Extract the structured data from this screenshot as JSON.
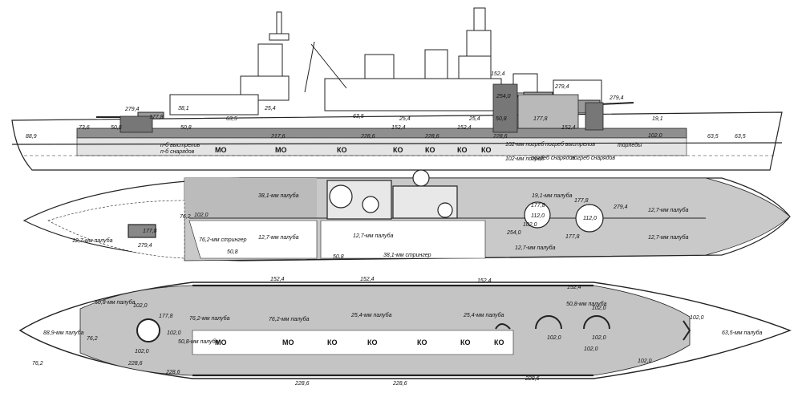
{
  "colors": {
    "hull_fill": "#d8d8d8",
    "armor_gray": "#9a9a9a",
    "dark_armor": "#555555",
    "line": "#222222",
    "paper": "#ffffff"
  },
  "side_view": {
    "name": "side-profile",
    "labels": [
      "279,4",
      "177,8",
      "38,1",
      "25,4",
      "50,8",
      "50,8",
      "63,5",
      "63,5",
      "73,6",
      "88,9",
      "217,6",
      "228,6",
      "228,6",
      "152,4",
      "25,4",
      "152,4",
      "25,4",
      "50,8",
      "228,6",
      "254,0",
      "177,8",
      "152,4",
      "279,4",
      "279,4",
      "19,1",
      "152,4",
      "102,0",
      "63,5",
      "63,5"
    ],
    "compartments": [
      "МО",
      "МО",
      "КО",
      "КО",
      "КО",
      "КО",
      "КО"
    ],
    "notes": [
      "п-б выстрелов",
      "п-б снарядов",
      "102-мм погреб",
      "102-мм погреб",
      "погреб выстрелов",
      "погреб снарядов",
      "погреб снарядов",
      "торпеды"
    ]
  },
  "middle_view": {
    "name": "upper-deck-plan",
    "labels": [
      "38,1-мм палуба",
      "19,1-мм палуба",
      "12,7-мм палуба",
      "12,7-мм палуба",
      "12,7-мм палуба",
      "12,7-мм палуба",
      "12,7-мм палуба",
      "12,7-мм палуба",
      "38,1-мм стрингер",
      "76,2-мм стрингер",
      "76,2",
      "102,0",
      "177,8",
      "279,4",
      "112,0",
      "112,0",
      "102,0",
      "254,0",
      "177,8",
      "177,8",
      "177,8",
      "279,4",
      "50,8",
      "50,8"
    ]
  },
  "bottom_view": {
    "name": "armored-deck-plan",
    "compartments": [
      "МО",
      "МО",
      "КО",
      "КО",
      "КО",
      "КО",
      "КО"
    ],
    "labels": [
      "152,4",
      "152,4",
      "152,4",
      "152,4",
      "50,8-мм палуба",
      "50,8-мм палуба",
      "76,2-мм палуба",
      "76,2-мм палуба",
      "25,4-мм палуба",
      "25,4-мм палуба",
      "50,8-мм палуба",
      "88,9-мм палуба",
      "63,5-мм палуба",
      "102,0",
      "177,8",
      "102,0",
      "102,0",
      "102,0",
      "102,0",
      "102,0",
      "102,0",
      "76,2",
      "76,2",
      "228,6",
      "228,6",
      "228,6",
      "228,6",
      "228,6",
      "102,0",
      "102,0"
    ]
  }
}
